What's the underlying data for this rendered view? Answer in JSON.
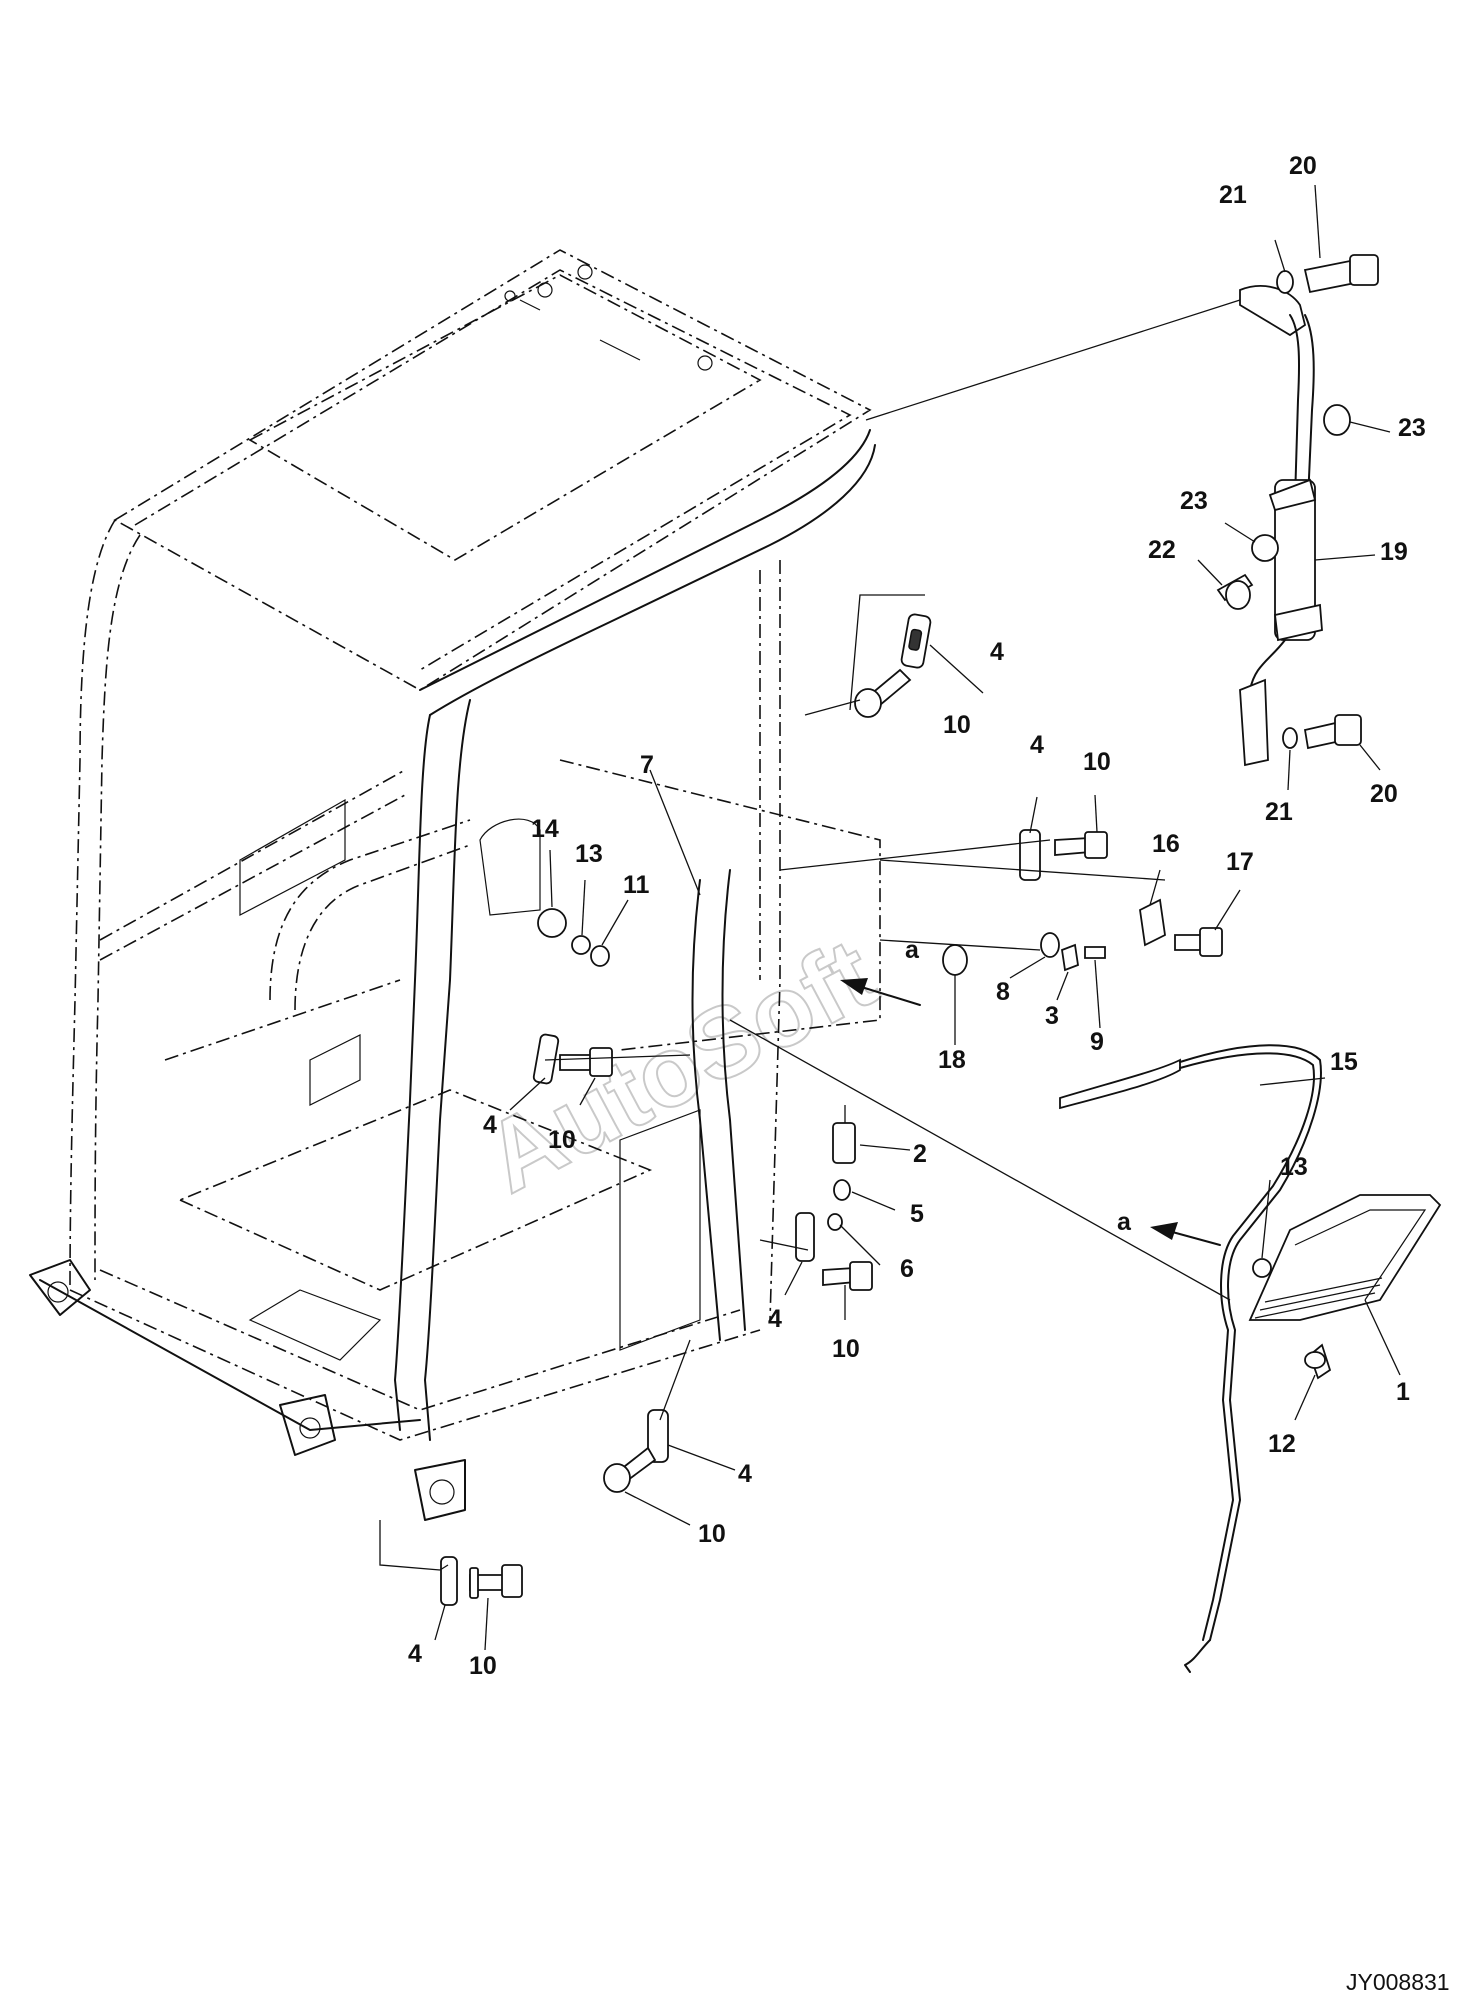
{
  "watermark": "AutoSoft",
  "drawing_code": "JY008831",
  "view_letters": {
    "a_left": "a",
    "a_right": "a"
  },
  "callouts": [
    {
      "id": "c20-top",
      "text": "20"
    },
    {
      "id": "c21-top",
      "text": "21"
    },
    {
      "id": "c23-right",
      "text": "23"
    },
    {
      "id": "c23-left",
      "text": "23"
    },
    {
      "id": "c22",
      "text": "22"
    },
    {
      "id": "c19",
      "text": "19"
    },
    {
      "id": "c4-a",
      "text": "4"
    },
    {
      "id": "c10-a",
      "text": "10"
    },
    {
      "id": "c21-bot",
      "text": "21"
    },
    {
      "id": "c20-bot",
      "text": "20"
    },
    {
      "id": "c7",
      "text": "7"
    },
    {
      "id": "c4-b",
      "text": "4"
    },
    {
      "id": "c10-b",
      "text": "10"
    },
    {
      "id": "c16",
      "text": "16"
    },
    {
      "id": "c17",
      "text": "17"
    },
    {
      "id": "c14",
      "text": "14"
    },
    {
      "id": "c13-a",
      "text": "13"
    },
    {
      "id": "c11",
      "text": "11"
    },
    {
      "id": "c8",
      "text": "8"
    },
    {
      "id": "c3",
      "text": "3"
    },
    {
      "id": "c9",
      "text": "9"
    },
    {
      "id": "c18",
      "text": "18"
    },
    {
      "id": "c15",
      "text": "15"
    },
    {
      "id": "c4-c",
      "text": "4"
    },
    {
      "id": "c10-c",
      "text": "10"
    },
    {
      "id": "c2",
      "text": "2"
    },
    {
      "id": "c5",
      "text": "5"
    },
    {
      "id": "c6",
      "text": "6"
    },
    {
      "id": "c4-d",
      "text": "4"
    },
    {
      "id": "c10-d",
      "text": "10"
    },
    {
      "id": "c13-b",
      "text": "13"
    },
    {
      "id": "c1",
      "text": "1"
    },
    {
      "id": "c12",
      "text": "12"
    },
    {
      "id": "c4-e",
      "text": "4"
    },
    {
      "id": "c10-e",
      "text": "10"
    },
    {
      "id": "c4-f",
      "text": "4"
    },
    {
      "id": "c10-f",
      "text": "10"
    }
  ]
}
